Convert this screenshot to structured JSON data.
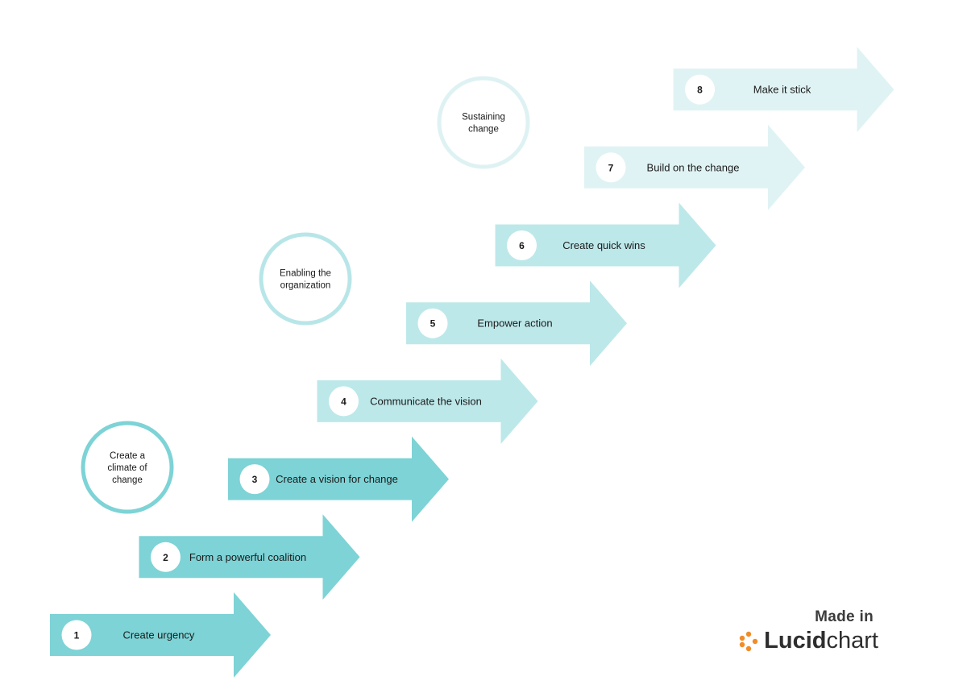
{
  "phases": [
    {
      "id": "climate",
      "label": [
        "Create a",
        "climate of",
        "change"
      ],
      "color": "#7dd3d6"
    },
    {
      "id": "enabling",
      "label": [
        "Enabling the",
        "organization"
      ],
      "color": "#b8e6e8"
    },
    {
      "id": "sustaining",
      "label": [
        "Sustaining",
        "change"
      ],
      "color": "#dff2f3"
    }
  ],
  "steps": [
    {
      "number": "1",
      "label": "Create urgency",
      "color": "#7dd3d6"
    },
    {
      "number": "2",
      "label": "Form a powerful coalition",
      "color": "#7dd3d6"
    },
    {
      "number": "3",
      "label": "Create a vision for change",
      "color": "#7dd3d6"
    },
    {
      "number": "4",
      "label": "Communicate the vision",
      "color": "#bde8ea"
    },
    {
      "number": "5",
      "label": "Empower action",
      "color": "#bde8ea"
    },
    {
      "number": "6",
      "label": "Create quick wins",
      "color": "#bde8ea"
    },
    {
      "number": "7",
      "label": "Build on the change",
      "color": "#e0f3f4"
    },
    {
      "number": "8",
      "label": "Make it stick",
      "color": "#e0f3f4"
    }
  ],
  "watermark": {
    "made_in": "Made in",
    "brand_bold": "Lucid",
    "brand_regular": "chart",
    "brand_mark_color": "#f28c28"
  }
}
